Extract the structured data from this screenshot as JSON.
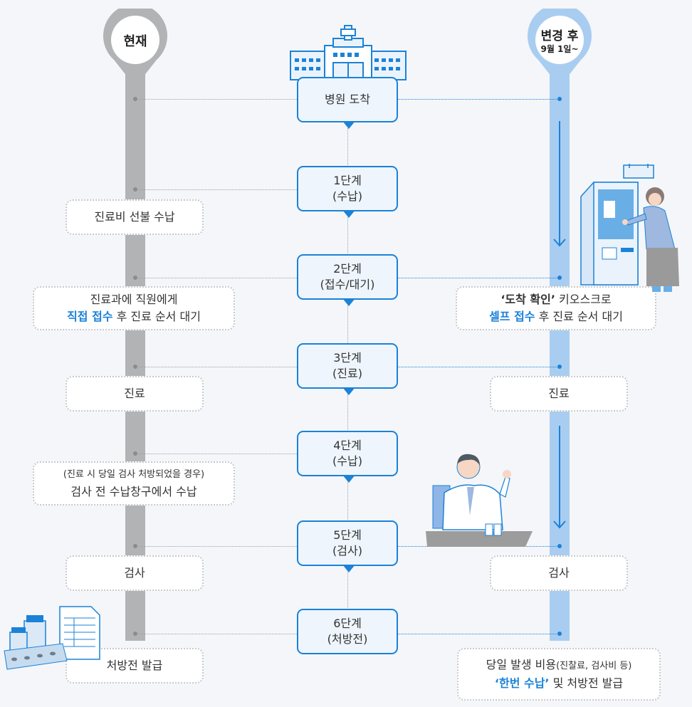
{
  "columns": {
    "current": {
      "label": "현재"
    },
    "after": {
      "label": "변경 후",
      "date": "9월 1일~"
    }
  },
  "steps": [
    {
      "line1": "병원 도착",
      "line2": ""
    },
    {
      "line1": "1단계",
      "line2": "(수납)"
    },
    {
      "line1": "2단계",
      "line2": "(접수/대기)"
    },
    {
      "line1": "3단계",
      "line2": "(진료)"
    },
    {
      "line1": "4단계",
      "line2": "(수납)"
    },
    {
      "line1": "5단계",
      "line2": "(검사)"
    },
    {
      "line1": "6단계",
      "line2": "(처방전)"
    }
  ],
  "left_notes": {
    "payment": "진료비 선불 수납",
    "reception_line1": "진료과에 직원에게",
    "reception_hl": "직접 접수",
    "reception_rest": " 후 진료 순서 대기",
    "treatment": "진료",
    "test_pay_line1": "(진료 시 당일 검사 처방되었을 경우)",
    "test_pay_line2": "검사 전 수납창구에서 수납",
    "test": "검사",
    "prescription": "처방전 발급"
  },
  "right_notes": {
    "kiosk_line1_bold": "‘도착 확인’",
    "kiosk_line1_rest": " 키오스크로",
    "kiosk_hl": "셀프 접수",
    "kiosk_rest": " 후 진료 순서 대기",
    "treatment": "진료",
    "test": "검사",
    "final_line1": "당일 발생 비용",
    "final_line1_small": "(진찰료, 검사비 등)",
    "final_hl": "‘한번 수납’",
    "final_rest": " 및 처방전 발급"
  },
  "colors": {
    "accent": "#1b82d8",
    "grey": "#b1b3b5",
    "light_blue": "#a9cdf0"
  }
}
